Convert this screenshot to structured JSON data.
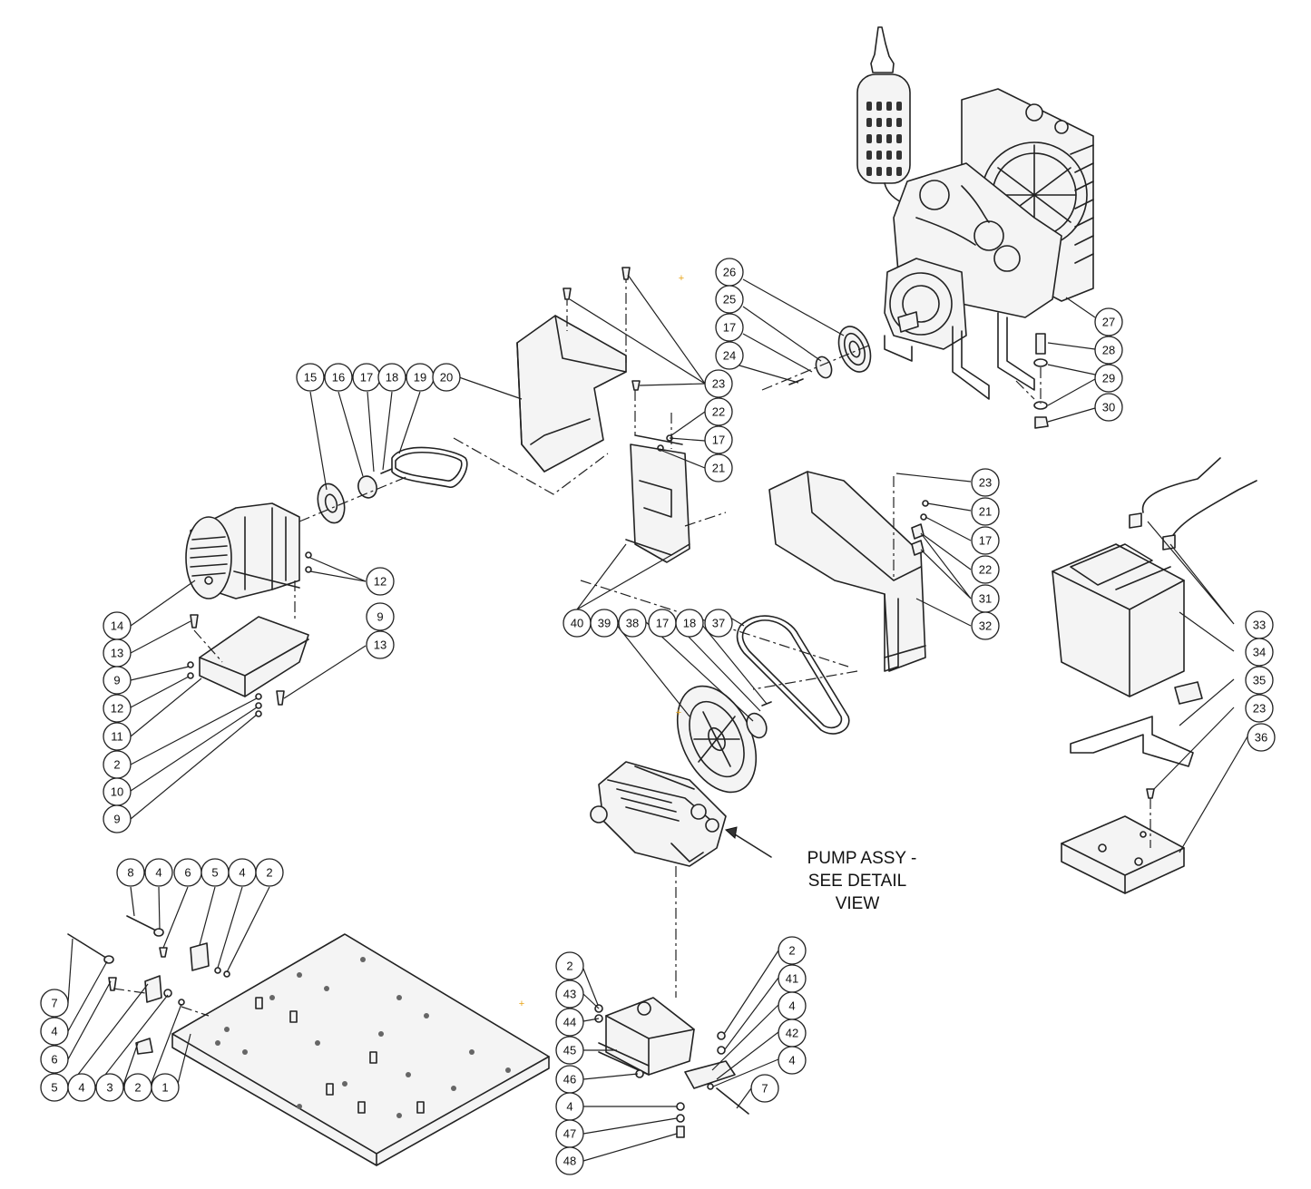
{
  "pump_note": {
    "line1": "PUMP ASSY -",
    "line2": "SEE DETAIL",
    "line3": "VIEW"
  },
  "callouts": [
    {
      "label": "26"
    },
    {
      "label": "25"
    },
    {
      "label": "17"
    },
    {
      "label": "24"
    },
    {
      "label": "27"
    },
    {
      "label": "28"
    },
    {
      "label": "29"
    },
    {
      "label": "30"
    },
    {
      "label": "15"
    },
    {
      "label": "16"
    },
    {
      "label": "17"
    },
    {
      "label": "18"
    },
    {
      "label": "19"
    },
    {
      "label": "20"
    },
    {
      "label": "23"
    },
    {
      "label": "23"
    },
    {
      "label": "22"
    },
    {
      "label": "17"
    },
    {
      "label": "21"
    },
    {
      "label": "23"
    },
    {
      "label": "21"
    },
    {
      "label": "17"
    },
    {
      "label": "22"
    },
    {
      "label": "31"
    },
    {
      "label": "32"
    },
    {
      "label": "12"
    },
    {
      "label": "9"
    },
    {
      "label": "13"
    },
    {
      "label": "14"
    },
    {
      "label": "13"
    },
    {
      "label": "9"
    },
    {
      "label": "12"
    },
    {
      "label": "11"
    },
    {
      "label": "2"
    },
    {
      "label": "10"
    },
    {
      "label": "9"
    },
    {
      "label": "40"
    },
    {
      "label": "39"
    },
    {
      "label": "38"
    },
    {
      "label": "17"
    },
    {
      "label": "18"
    },
    {
      "label": "37"
    },
    {
      "label": "33"
    },
    {
      "label": "34"
    },
    {
      "label": "35"
    },
    {
      "label": "23"
    },
    {
      "label": "36"
    },
    {
      "label": "8"
    },
    {
      "label": "4"
    },
    {
      "label": "6"
    },
    {
      "label": "5"
    },
    {
      "label": "4"
    },
    {
      "label": "2"
    },
    {
      "label": "7"
    },
    {
      "label": "4"
    },
    {
      "label": "6"
    },
    {
      "label": "5"
    },
    {
      "label": "4"
    },
    {
      "label": "3"
    },
    {
      "label": "2"
    },
    {
      "label": "1"
    },
    {
      "label": "2"
    },
    {
      "label": "43"
    },
    {
      "label": "44"
    },
    {
      "label": "45"
    },
    {
      "label": "46"
    },
    {
      "label": "4"
    },
    {
      "label": "47"
    },
    {
      "label": "48"
    },
    {
      "label": "2"
    },
    {
      "label": "41"
    },
    {
      "label": "4"
    },
    {
      "label": "42"
    },
    {
      "label": "4"
    },
    {
      "label": "7"
    }
  ]
}
